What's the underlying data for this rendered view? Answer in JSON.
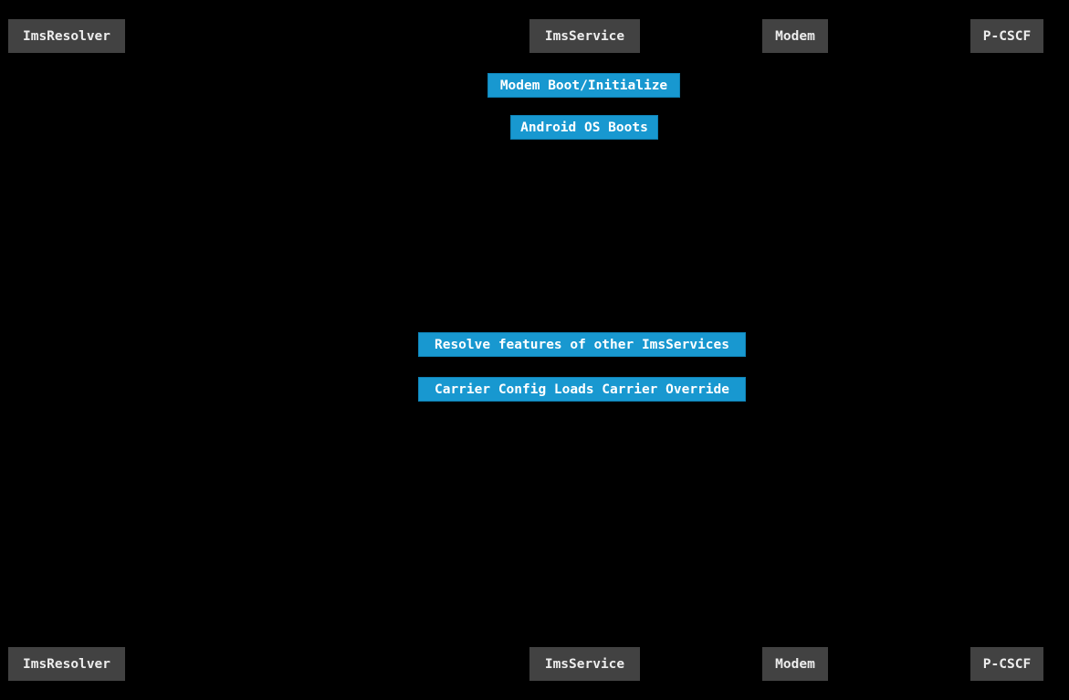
{
  "diagram": {
    "kind": "sequence-diagram",
    "participants": [
      {
        "id": "imsresolver",
        "label": "ImsResolver"
      },
      {
        "id": "imsservice",
        "label": "ImsService"
      },
      {
        "id": "modem",
        "label": "Modem"
      },
      {
        "id": "pcscf",
        "label": "P-CSCF"
      }
    ],
    "notes": [
      {
        "label": "Modem Boot/Initialize"
      },
      {
        "label": "Android OS Boots"
      },
      {
        "label": "Resolve features of other ImsServices"
      },
      {
        "label": "Carrier Config Loads Carrier Override"
      }
    ],
    "colors": {
      "background": "#000000",
      "participant_fill": "#424242",
      "participant_text": "#ededed",
      "note_fill": "#1898d0",
      "note_border": "#0e81b4",
      "note_text": "#ffffff"
    }
  }
}
